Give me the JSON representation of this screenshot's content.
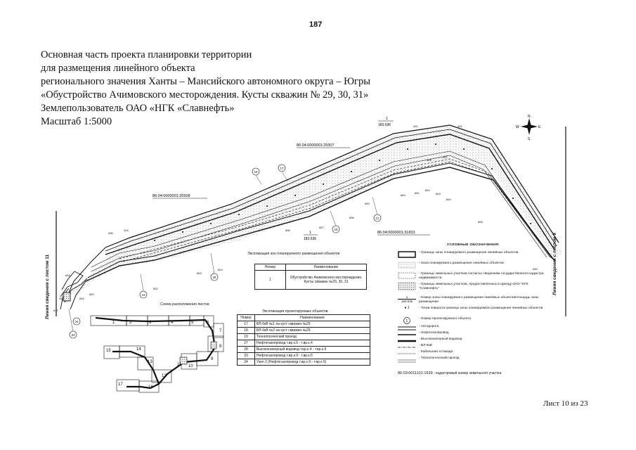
{
  "page_number": "187",
  "title_lines": [
    "Основная часть проекта планировки территории",
    "для размещения линейного объекта",
    "регионального значения Ханты – Мансийского автономного округа – Югры",
    "«Обустройство Ачимовского  месторождения. Кусты скважин № 29, 30, 31»",
    "Землепользователь ОАО «НГК «Славнефть»",
    "Масштаб 1:5000"
  ],
  "sheet_label": "Лист 10 из 23",
  "map": {
    "compass": {
      "n": "N",
      "s": "S",
      "e": "E",
      "w": "W"
    },
    "cadastral_labels": [
      "86:04:0000001:25507",
      "86:04:0000001:25508",
      "86:04:0000001:31833"
    ],
    "zone_numbers": [
      "1",
      "1",
      "1"
    ],
    "zone_codes": [
      "183.536",
      "183.536"
    ],
    "object_numbers": [
      "18",
      "17",
      "18",
      "21",
      "28",
      "16",
      "19",
      "33",
      "34"
    ],
    "turn_points": [
      "491",
      "492",
      "493",
      "494",
      "495",
      "651",
      "652",
      "653",
      "654",
      "655",
      "656",
      "657",
      "658",
      "659",
      "660",
      "661",
      "662",
      "663",
      "664",
      "665",
      "646",
      "647",
      "648",
      "649",
      "650",
      "309",
      "308",
      "307",
      "306",
      "305",
      "303",
      "325",
      "324",
      "323",
      "322",
      "321",
      "320",
      "348"
    ],
    "left_match_line": "Линия сведения с листом 11",
    "right_match_line": "Линия сведения с листом 9"
  },
  "zone_table": {
    "caption": "Экспликация зон планируемого размещения объектов",
    "headers": [
      "Номер",
      "Наименование"
    ],
    "rows": [
      {
        "num": "1",
        "name": "Обустройство Ачимовского месторождения. Кусты скважин №29, 30, 31"
      }
    ]
  },
  "sheets_scheme": {
    "caption": "Схема расположения листов",
    "sheets": [
      "1",
      "2",
      "3",
      "4",
      "5",
      "6",
      "7",
      "8",
      "9",
      "10",
      "11",
      "12",
      "13",
      "14",
      "15",
      "16",
      "17"
    ]
  },
  "objects_table": {
    "caption": "Экспликация проектируемых объектов",
    "headers": [
      "Номер",
      "Наименование"
    ],
    "rows": [
      {
        "num": "17",
        "name": "ВЛ-6кВ №1 на куст скважин №29"
      },
      {
        "num": "18",
        "name": "ВЛ-6кВ №2 на куст скважин №29"
      },
      {
        "num": "19",
        "name": "Технологический проезд"
      },
      {
        "num": "27",
        "name": "Нефтегазопровод т.вр.к.5 - т.вр.к.4"
      },
      {
        "num": "28",
        "name": "Высоконапорный водовод т.вр.к.4 - т.вр.к.9"
      },
      {
        "num": "33",
        "name": "Нефтегазопровод т.вр.к.9 - т.вр.к.5"
      },
      {
        "num": "34",
        "name": "Узел 2 (Нефтегазопровод т.вр.к.9 - т.вр.к.5)"
      }
    ]
  },
  "legend": {
    "heading": "УСЛОВНЫЕ ОБОЗНАЧЕНИЯ:",
    "items": [
      "- Границы зоны планируемого размещения линейных объектов",
      "- Зона планируемого размещения линейных объектов",
      "- Границы земельных участков согласно сведениям государственного кадастра недвижимости",
      "- Границы земельных участков, предоставленных в аренду ОАО \"НГК \"Славнефть\"",
      "- Номер зоны планируемого размещения линейных объектов/площадь зоны размещения",
      "- Точки поворота границы зоны планируемого размещения линейных объектов",
      "- Номер проектируемого объекта",
      "- Автодорога",
      "- Нефтегазопровод",
      "- Высоконапорный водовод",
      "- ВЛ-6кВ",
      "- Кабельная эстакада",
      "- Технологический проезд"
    ],
    "zone_symbol_num": "1",
    "zone_symbol_code": "183.536",
    "point_symbol": "1",
    "object_symbol": "1"
  },
  "cadastral_example": {
    "number": "86:03:0011101:1639",
    "text": "- кадастровый номер земельного участка"
  }
}
